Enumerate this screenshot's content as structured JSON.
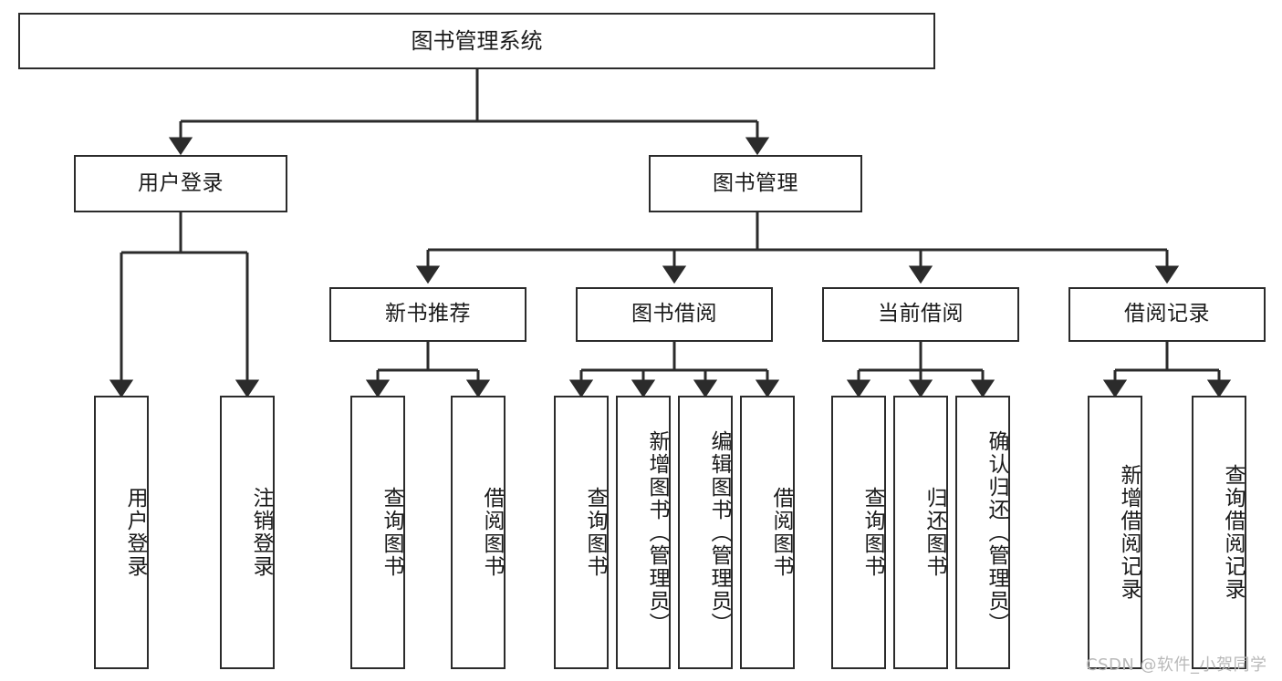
{
  "diagram": {
    "title": "图书管理系统",
    "type": "tree-hierarchy-chart",
    "colors": {
      "stroke": "#2b2b2b",
      "fill": "#ffffff",
      "background": "#ffffff",
      "watermark": "#b9b9b9"
    },
    "levels": {
      "root": {
        "label": "图书管理系统"
      },
      "level2": [
        {
          "label": "用户登录"
        },
        {
          "label": "图书管理"
        }
      ],
      "level3": [
        {
          "label": "新书推荐"
        },
        {
          "label": "图书借阅"
        },
        {
          "label": "当前借阅"
        },
        {
          "label": "借阅记录"
        }
      ],
      "leaves": {
        "user_login": [
          {
            "label": "用户登录"
          },
          {
            "label": "注销登录"
          }
        ],
        "new_book_recommend": [
          {
            "label": "查询图书"
          },
          {
            "label": "借阅图书"
          }
        ],
        "book_borrow": [
          {
            "label": "查询图书"
          },
          {
            "label": "新增图书（管理员）"
          },
          {
            "label": "编辑图书（管理员）"
          },
          {
            "label": "借阅图书"
          }
        ],
        "current_borrow": [
          {
            "label": "查询图书"
          },
          {
            "label": "归还图书"
          },
          {
            "label": "确认归还（管理员）"
          }
        ],
        "borrow_record": [
          {
            "label": "新增借阅记录"
          },
          {
            "label": "查询借阅记录"
          }
        ]
      }
    }
  },
  "watermark": {
    "text": "CSDN @软件_小贺同学"
  }
}
